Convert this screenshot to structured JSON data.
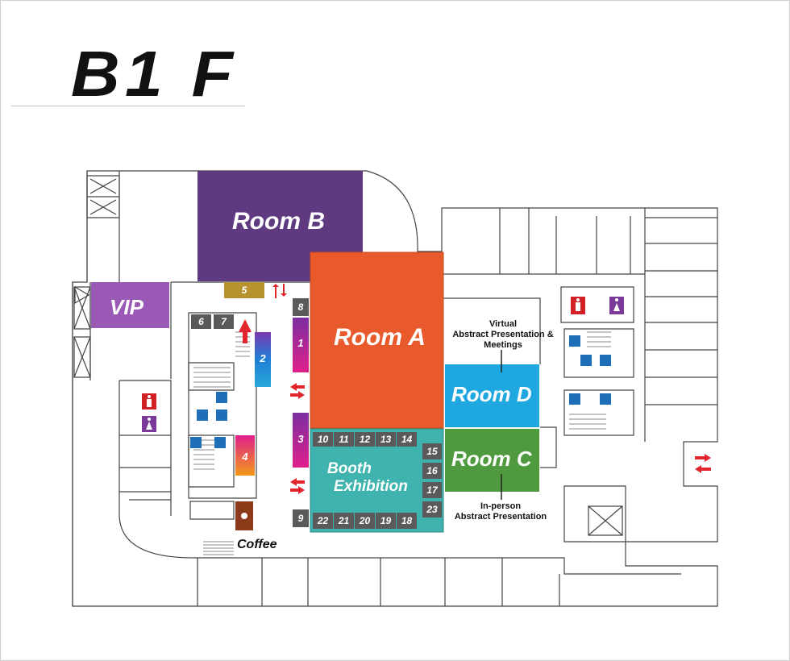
{
  "floor": {
    "title": "B1 F"
  },
  "rooms": {
    "room_b": {
      "label": "Room B",
      "color": "#5f3a80"
    },
    "room_a": {
      "label": "Room A",
      "color": "#e85a2c"
    },
    "room_d": {
      "label": "Room D",
      "color": "#1fa7e0"
    },
    "room_c": {
      "label": "Room C",
      "color": "#4f9a3e"
    },
    "vip": {
      "label": "VIP",
      "color": "#9b59b6"
    },
    "booth": {
      "line1": "Booth",
      "line2": "Exhibition",
      "color": "#3fb3ad"
    }
  },
  "notes": {
    "virtual": {
      "line1": "Virtual",
      "line2": "Abstract Presentation &",
      "line3": "Meetings"
    },
    "in_person": {
      "line1": "In-person",
      "line2": "Abstract Presentation"
    }
  },
  "amenities": {
    "coffee": "Coffee"
  },
  "booth_numbers": {
    "top_row": [
      "10",
      "11",
      "12",
      "13",
      "14"
    ],
    "right_col": [
      "15",
      "16",
      "17",
      "23"
    ],
    "bottom_row": [
      "22",
      "21",
      "20",
      "19",
      "18"
    ],
    "corridor_left": [
      "8",
      "9"
    ],
    "corridor_upper": [
      "6",
      "7"
    ],
    "gold": "5"
  },
  "rest_areas": {
    "area_1": "1",
    "area_2": "2",
    "area_3": "3",
    "area_4": "4"
  },
  "icons": [
    "restroom-male-icon",
    "restroom-female-icon",
    "elevator-icon",
    "stairs-icon",
    "escalator-arrow-icon",
    "coffee-icon"
  ],
  "colors": {
    "arrow": "#e0262c",
    "male": "#d12127",
    "female": "#7b3a9a",
    "elevator": "#1f6fb8",
    "booth_dark": "#5a5a5a",
    "gold": "#b8922e",
    "coffee": "#8b3a1a"
  }
}
